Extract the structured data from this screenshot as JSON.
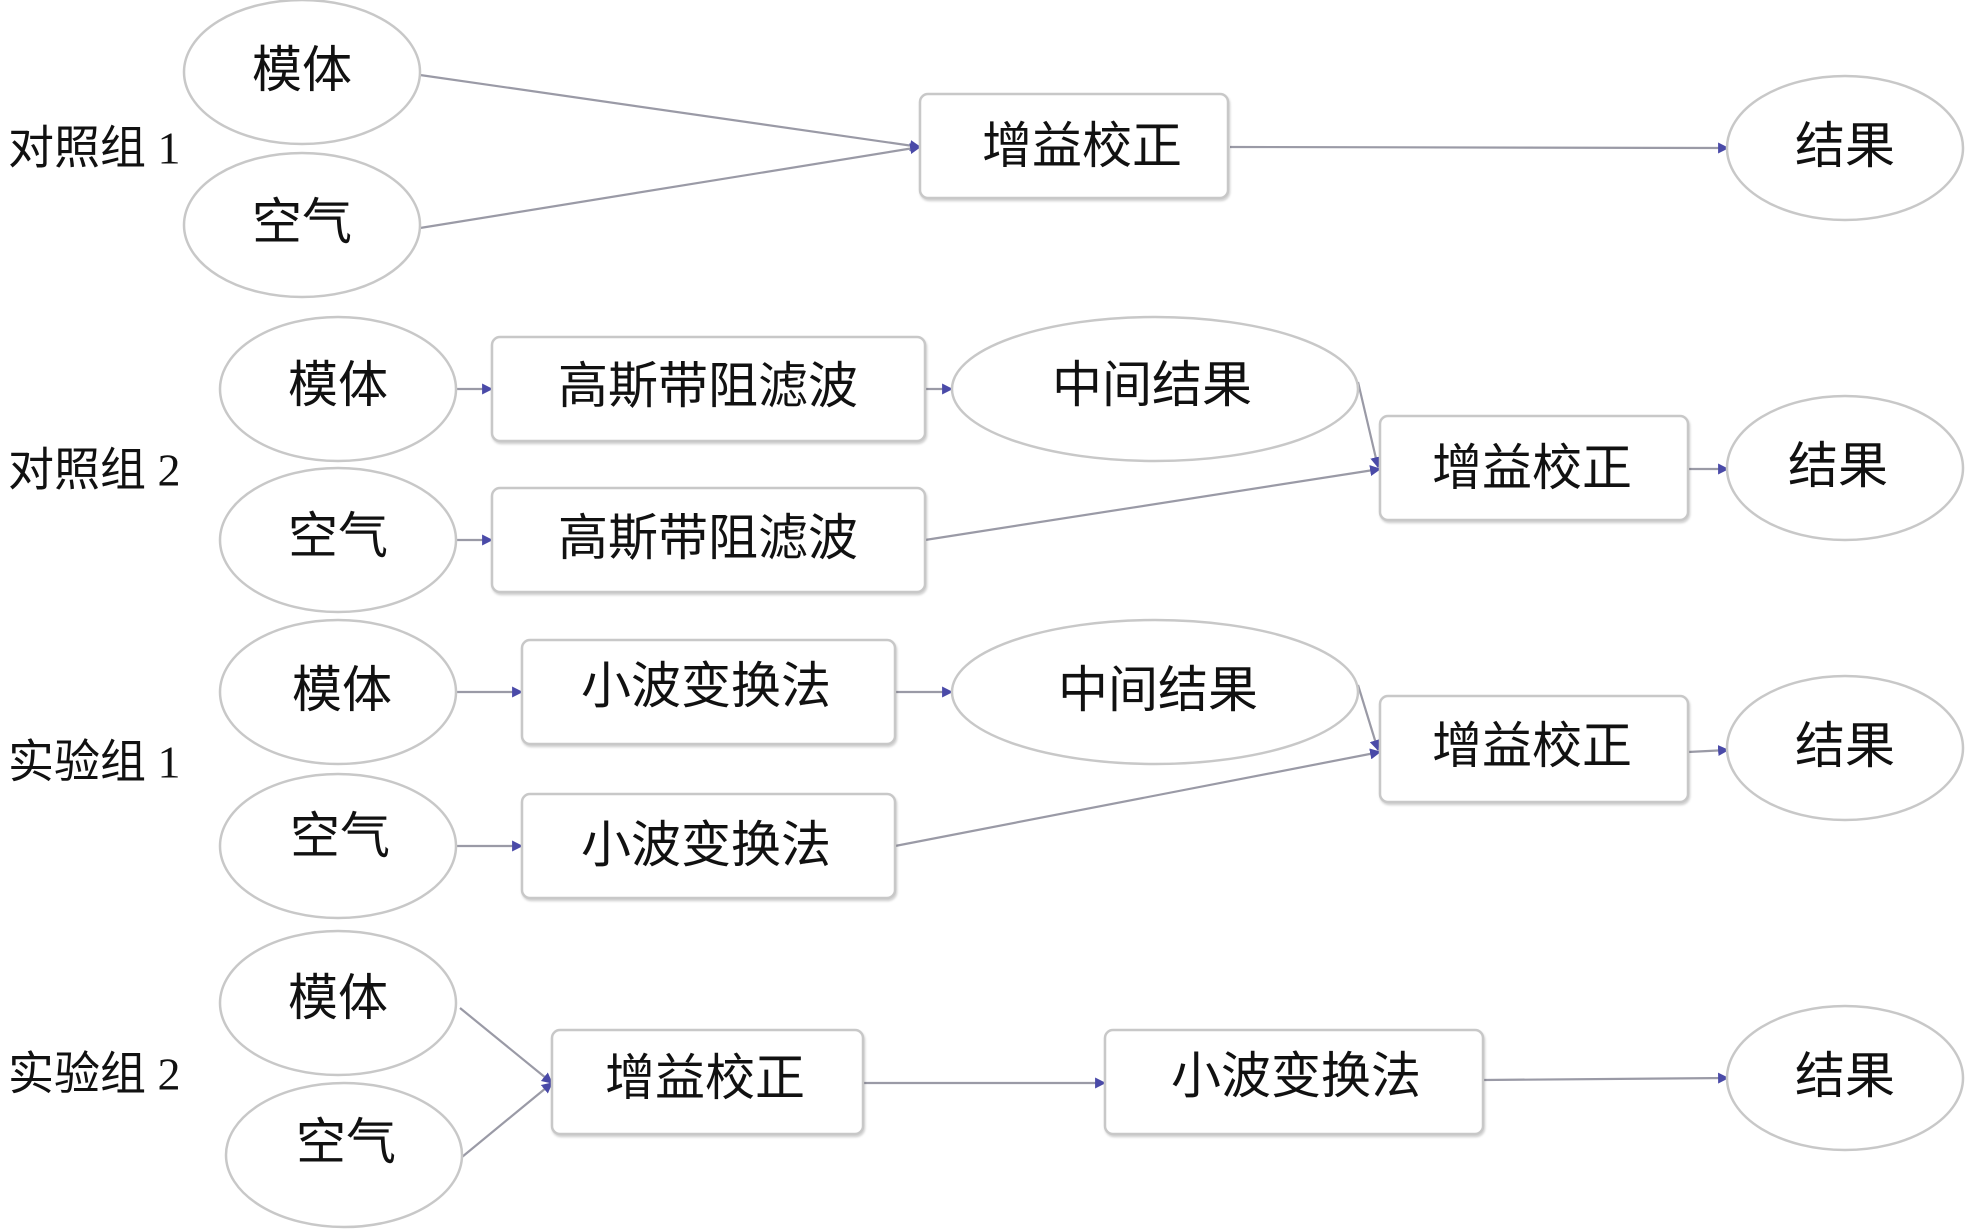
{
  "groups": {
    "control1": "对照组 1",
    "control2": "对照组 2",
    "exp1": "实验组 1",
    "exp2": "实验组 2"
  },
  "nodes": {
    "phantom": "模体",
    "air": "空气",
    "gain_correction": "增益校正",
    "gaussian_band_stop": "高斯带阻滤波",
    "wavelet": "小波变换法",
    "intermediate": "中间结果",
    "result": "结果"
  },
  "colors": {
    "border": "#c8c8c8",
    "edge": "#9a9aa6",
    "arrowhead": "#4a4aa8",
    "text": "#111111"
  }
}
